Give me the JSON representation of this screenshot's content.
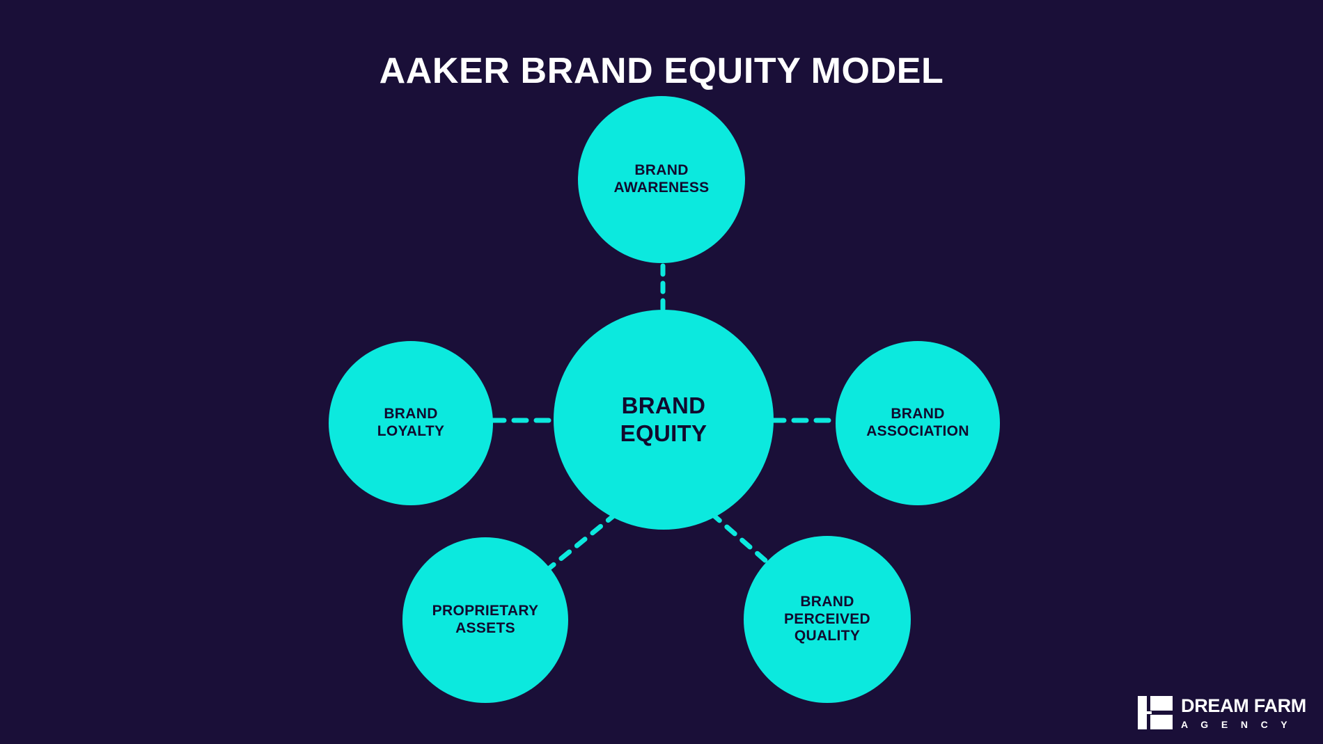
{
  "page": {
    "title": "AAKER BRAND EQUITY MODEL",
    "background_color": "#1a0f38",
    "accent_color": "#0ce9de",
    "title_color": "#ffffff",
    "node_text_color": "#110a2e"
  },
  "diagram": {
    "type": "hub-and-spoke",
    "center": {
      "id": "brand-equity",
      "label": "BRAND\nEQUITY"
    },
    "nodes": [
      {
        "id": "brand-awareness",
        "label": "BRAND\nAWARENESS"
      },
      {
        "id": "brand-loyalty",
        "label": "BRAND\nLOYALTY"
      },
      {
        "id": "brand-association",
        "label": "BRAND\nASSOCIATION"
      },
      {
        "id": "proprietary-assets",
        "label": "PROPRIETARY\nASSETS"
      },
      {
        "id": "brand-perceived-quality",
        "label": "BRAND\nPERCEIVED\nQUALITY"
      }
    ],
    "connectors": [
      {
        "from": "brand-equity",
        "to": "brand-awareness",
        "style": "dashed"
      },
      {
        "from": "brand-equity",
        "to": "brand-loyalty",
        "style": "dashed"
      },
      {
        "from": "brand-equity",
        "to": "brand-association",
        "style": "dashed"
      },
      {
        "from": "brand-equity",
        "to": "proprietary-assets",
        "style": "dashed"
      },
      {
        "from": "brand-equity",
        "to": "brand-perceived-quality",
        "style": "dashed"
      }
    ]
  },
  "logo": {
    "name": "DREAM FARM",
    "subtitle": "A G E N C Y",
    "mark": "split-rectangle-icon"
  }
}
